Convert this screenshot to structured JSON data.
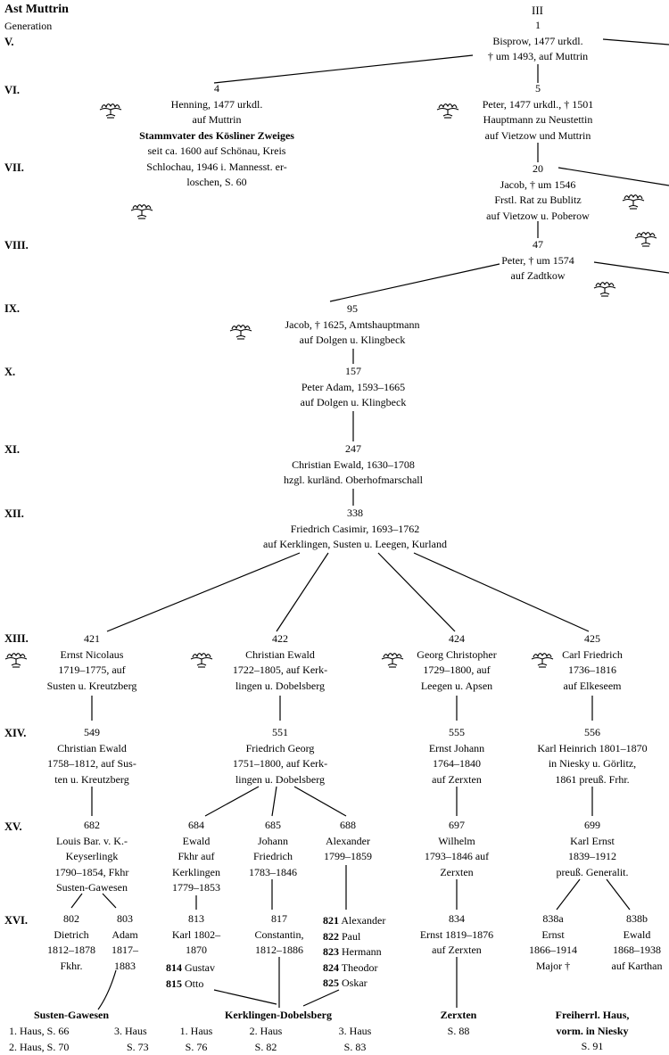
{
  "header": {
    "title": "Ast Muttrin",
    "generation_label": "Generation",
    "branch": "III"
  },
  "generations": [
    "V.",
    "VI.",
    "VII.",
    "VIII.",
    "IX.",
    "X.",
    "XI.",
    "XII.",
    "XIII.",
    "XIV.",
    "XV.",
    "XVI."
  ],
  "nodes": {
    "n1": {
      "num": "1",
      "lines": [
        "Bisprow, 1477 urkdl.",
        "† um 1493, auf Muttrin"
      ]
    },
    "n4": {
      "num": "4",
      "lines": [
        "Henning, 1477 urkdl.",
        "auf Muttrin",
        "Stammvater des Kösliner Zweiges",
        "seit ca. 1600 auf Schönau, Kreis",
        "Schlochau, 1946 i. Mannesst. er-",
        "loschen, S. 60"
      ]
    },
    "n5": {
      "num": "5",
      "lines": [
        "Peter, 1477 urkdl., † 1501",
        "Hauptmann zu Neustettin",
        "auf Vietzow und Muttrin"
      ]
    },
    "n20": {
      "num": "20",
      "lines": [
        "Jacob, † um 1546",
        "Frstl. Rat zu Bublitz",
        "auf Vietzow u. Poberow"
      ]
    },
    "n47": {
      "num": "47",
      "lines": [
        "Peter, † um 1574",
        "auf Zadtkow"
      ]
    },
    "n95": {
      "num": "95",
      "lines": [
        "Jacob, † 1625, Amtshauptmann",
        "auf Dolgen u. Klingbeck"
      ]
    },
    "n157": {
      "num": "157",
      "lines": [
        "Peter Adam, 1593–1665",
        "auf Dolgen u. Klingbeck"
      ]
    },
    "n247": {
      "num": "247",
      "lines": [
        "Christian Ewald, 1630–1708",
        "hzgl. kurländ. Oberhofmarschall"
      ]
    },
    "n338": {
      "num": "338",
      "lines": [
        "Friedrich Casimir, 1693–1762",
        "auf Kerklingen, Susten u. Leegen, Kurland"
      ]
    },
    "n421": {
      "num": "421",
      "lines": [
        "Ernst Nicolaus",
        "1719–1775, auf",
        "Susten u. Kreutzberg"
      ]
    },
    "n422": {
      "num": "422",
      "lines": [
        "Christian Ewald",
        "1722–1805, auf Kerk-",
        "lingen u. Dobelsberg"
      ]
    },
    "n424": {
      "num": "424",
      "lines": [
        "Georg Christopher",
        "1729–1800, auf",
        "Leegen u. Apsen"
      ]
    },
    "n425": {
      "num": "425",
      "lines": [
        "Carl Friedrich",
        "1736–1816",
        "auf Elkeseem"
      ]
    },
    "n549": {
      "num": "549",
      "lines": [
        "Christian Ewald",
        "1758–1812, auf Sus-",
        "ten u. Kreutzberg"
      ]
    },
    "n551": {
      "num": "551",
      "lines": [
        "Friedrich Georg",
        "1751–1800, auf Kerk-",
        "lingen u. Dobelsberg"
      ]
    },
    "n555": {
      "num": "555",
      "lines": [
        "Ernst Johann",
        "1764–1840",
        "auf Zerxten"
      ]
    },
    "n556": {
      "num": "556",
      "lines": [
        "Karl Heinrich 1801–1870",
        "in Niesky u. Görlitz,",
        "1861 preuß. Frhr."
      ]
    },
    "n682": {
      "num": "682",
      "lines": [
        "Louis Bar. v. K.-",
        "Keyserlingk",
        "1790–1854, Fkhr",
        "Susten-Gawesen"
      ]
    },
    "n684": {
      "num": "684",
      "lines": [
        "Ewald",
        "Fkhr auf",
        "Kerklingen",
        "1779–1853"
      ]
    },
    "n685": {
      "num": "685",
      "lines": [
        "Johann",
        "Friedrich",
        "1783–1846"
      ]
    },
    "n688": {
      "num": "688",
      "lines": [
        "Alexander",
        "1799–1859"
      ]
    },
    "n697": {
      "num": "697",
      "lines": [
        "Wilhelm",
        "1793–1846 auf",
        "Zerxten"
      ]
    },
    "n699": {
      "num": "699",
      "lines": [
        "Karl Ernst",
        "1839–1912",
        "preuß. Generalit."
      ]
    },
    "n802": {
      "num": "802",
      "lines": [
        "Dietrich",
        "1812–1878",
        "Fkhr."
      ]
    },
    "n803": {
      "num": "803",
      "lines": [
        "Adam",
        "1817–",
        "1883"
      ]
    },
    "n813": {
      "num": "813",
      "lines": [
        "Karl 1802–",
        "1870"
      ]
    },
    "n817": {
      "num": "817",
      "lines": [
        "Constantin,",
        "1812–1886"
      ]
    },
    "n834": {
      "num": "834",
      "lines": [
        "Ernst 1819–1876",
        "auf Zerxten"
      ]
    },
    "n838a": {
      "num": "838a",
      "lines": [
        "Ernst",
        "1866–1914",
        "Major †"
      ]
    },
    "n838b": {
      "num": "838b",
      "lines": [
        "Ewald",
        "1868–1938",
        "auf Karthan"
      ]
    }
  },
  "lists": {
    "l813": [
      {
        "num": "814",
        "name": "Gustav"
      },
      {
        "num": "815",
        "name": "Otto"
      }
    ],
    "l821": [
      {
        "num": "821",
        "name": "Alexander"
      },
      {
        "num": "822",
        "name": "Paul"
      },
      {
        "num": "823",
        "name": "Hermann"
      },
      {
        "num": "824",
        "name": "Theodor"
      },
      {
        "num": "825",
        "name": "Oskar"
      }
    ]
  },
  "footer": {
    "susten": {
      "title": "Susten-Gawesen",
      "c1": [
        "1. Haus, S. 66",
        "2. Haus, S. 70"
      ],
      "c2": [
        "3. Haus",
        "S. 73"
      ]
    },
    "kerk": {
      "title": "Kerklingen-Dobelsberg",
      "c1": [
        "1. Haus",
        "S. 76"
      ],
      "c2": [
        "2. Haus",
        "S. 82"
      ],
      "c3": [
        "3. Haus",
        "S. 83"
      ]
    },
    "zerxten": {
      "title": "Zerxten",
      "sub": "S. 88"
    },
    "freiherrl": {
      "lines": [
        "Freiherrl. Haus,",
        "vorm. in Niesky",
        "S. 91"
      ]
    }
  }
}
